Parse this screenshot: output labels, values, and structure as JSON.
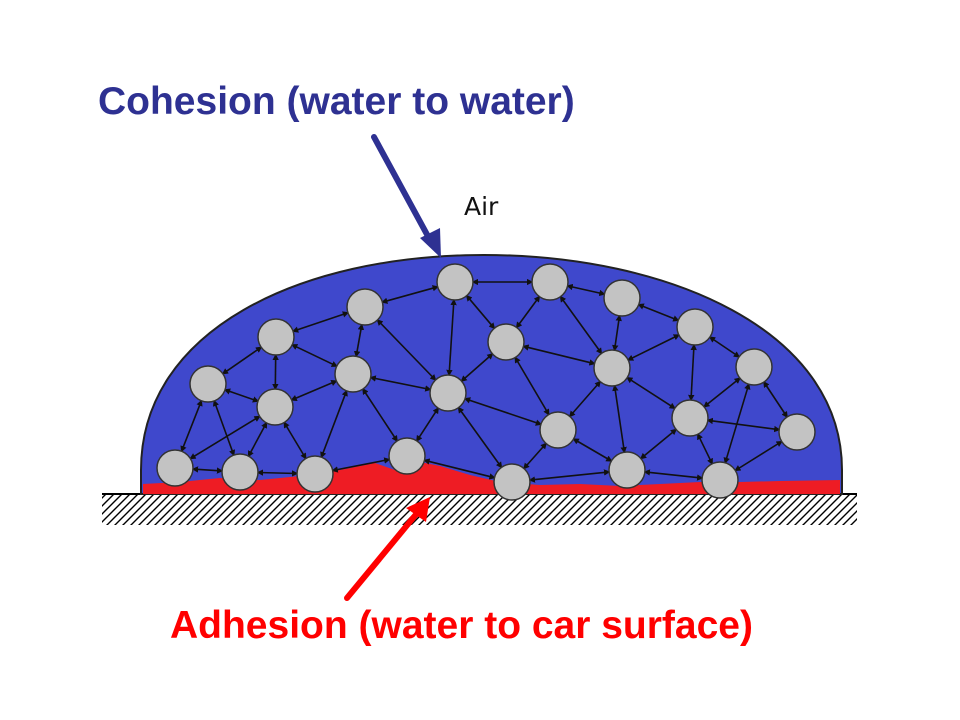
{
  "labels": {
    "cohesion": "Cohesion (water to water)",
    "adhesion": "Adhesion (water to car surface)",
    "air": "Air"
  },
  "colors": {
    "cohesion_text": "#2e3192",
    "cohesion_arrow": "#2e3192",
    "adhesion_text": "#ff0000",
    "adhesion_arrow": "#ff0000",
    "droplet_fill": "#3f48cc",
    "adhesion_layer": "#ee1c24",
    "molecule_fill": "#c3c3c3",
    "surface_hatch": "#000000"
  },
  "icons": {
    "molecule": "water-molecule-icon",
    "surface": "hatched-surface-icon",
    "pointer": "arrow-pointer-icon"
  }
}
